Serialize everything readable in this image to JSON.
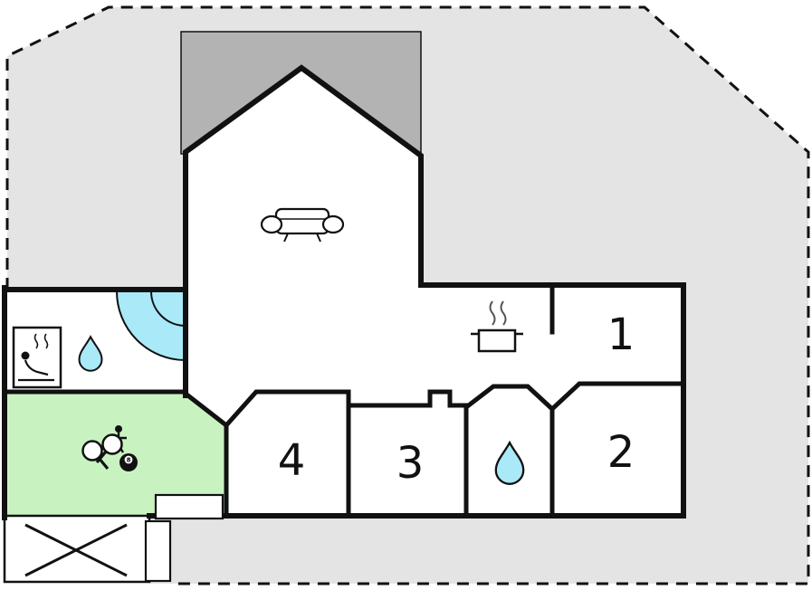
{
  "floorplan": {
    "type": "house-floor-plan",
    "rooms": [
      {
        "id": "room-1",
        "label": "1"
      },
      {
        "id": "room-2",
        "label": "2"
      },
      {
        "id": "room-3",
        "label": "3"
      },
      {
        "id": "room-4",
        "label": "4"
      }
    ],
    "games_room": {
      "eight_ball_label": "8"
    },
    "colors": {
      "plot_fill": "#e4e4e4",
      "roof_fill": "#b3b3b3",
      "wall": "#111111",
      "water_fill": "#a9e9f8",
      "games_room_fill": "#c9f2c1",
      "room_fill": "#ffffff"
    },
    "icons": {
      "living_room": "sofa-icon",
      "kitchen": "steaming-pot-icon",
      "bath_1": "water-drop-icon",
      "bath_2": "water-drop-icon",
      "sauna": "sauna-person-icon",
      "shower": "corner-shower-icon",
      "games": [
        "table-tennis-paddles-icon",
        "foosball-player-icon",
        "eight-ball-icon"
      ],
      "terrace": "cross-mark-icon"
    }
  }
}
